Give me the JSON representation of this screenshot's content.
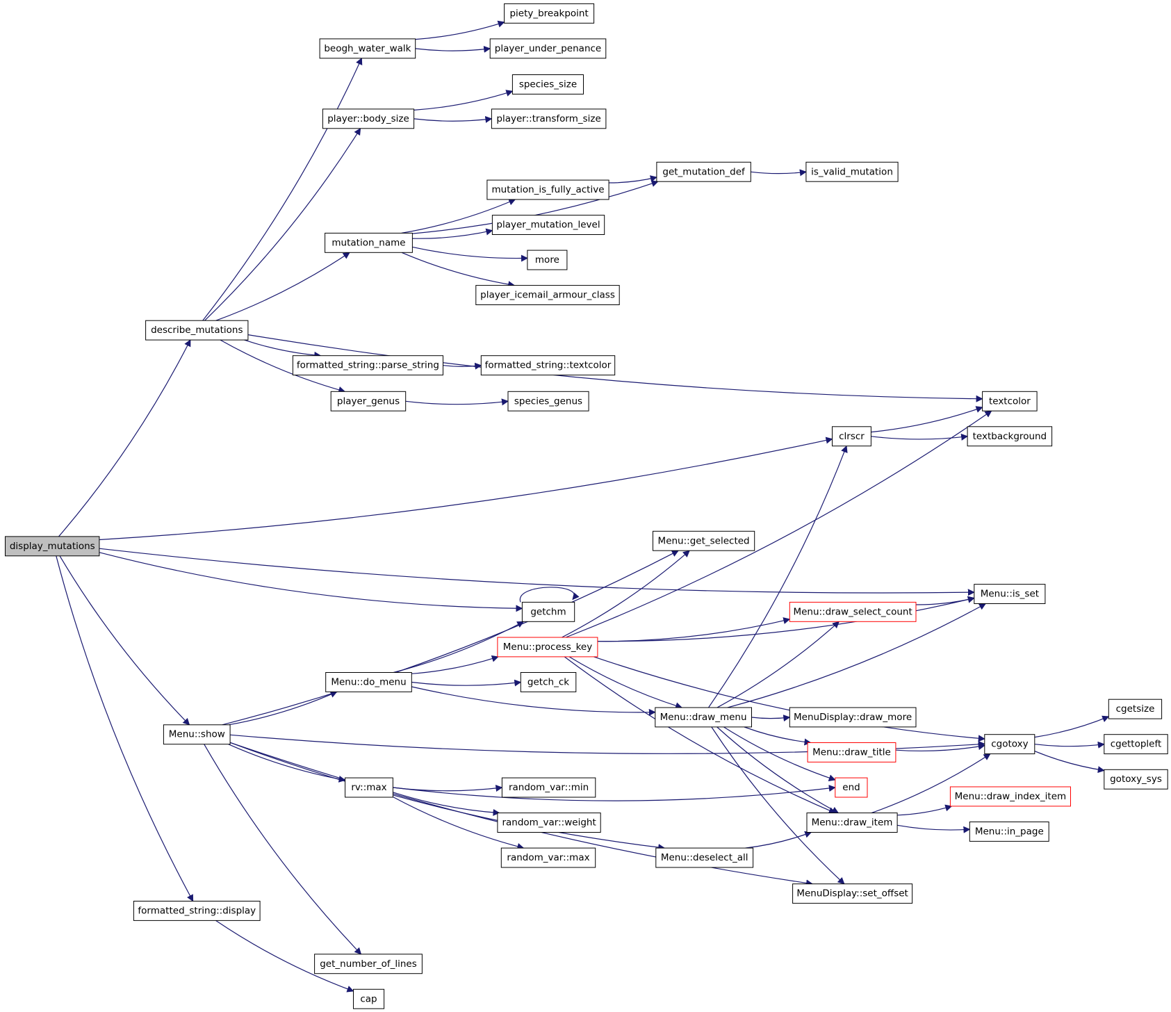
{
  "graph": {
    "colors": {
      "edge": "#191970",
      "node_border": "#000000",
      "highlight_border": "#ff0000",
      "root_fill": "#bfbfbf",
      "background": "#ffffff"
    },
    "nodes": [
      {
        "id": "display_mutations",
        "label": "display_mutations",
        "style": "root"
      },
      {
        "id": "beogh_water_walk",
        "label": "beogh_water_walk"
      },
      {
        "id": "piety_breakpoint",
        "label": "piety_breakpoint"
      },
      {
        "id": "player_under_penance",
        "label": "player_under_penance"
      },
      {
        "id": "player_body_size",
        "label": "player::body_size"
      },
      {
        "id": "species_size",
        "label": "species_size"
      },
      {
        "id": "player_transform_size",
        "label": "player::transform_size"
      },
      {
        "id": "get_mutation_def",
        "label": "get_mutation_def"
      },
      {
        "id": "is_valid_mutation",
        "label": "is_valid_mutation"
      },
      {
        "id": "mutation_is_fully_active",
        "label": "mutation_is_fully_active"
      },
      {
        "id": "mutation_name",
        "label": "mutation_name"
      },
      {
        "id": "player_mutation_level",
        "label": "player_mutation_level"
      },
      {
        "id": "more",
        "label": "more"
      },
      {
        "id": "player_icemail_armour_class",
        "label": "player_icemail_armour_class"
      },
      {
        "id": "describe_mutations",
        "label": "describe_mutations"
      },
      {
        "id": "fs_parse_string",
        "label": "formatted_string::parse_string"
      },
      {
        "id": "fs_textcolor",
        "label": "formatted_string::textcolor"
      },
      {
        "id": "player_genus",
        "label": "player_genus"
      },
      {
        "id": "species_genus",
        "label": "species_genus"
      },
      {
        "id": "textcolor",
        "label": "textcolor"
      },
      {
        "id": "clrscr",
        "label": "clrscr"
      },
      {
        "id": "textbackground",
        "label": "textbackground"
      },
      {
        "id": "menu_get_selected",
        "label": "Menu::get_selected"
      },
      {
        "id": "menu_is_set",
        "label": "Menu::is_set"
      },
      {
        "id": "getchm",
        "label": "getchm"
      },
      {
        "id": "menu_draw_select_count",
        "label": "Menu::draw_select_count",
        "style": "red"
      },
      {
        "id": "menu_process_key",
        "label": "Menu::process_key",
        "style": "red"
      },
      {
        "id": "menu_do_menu",
        "label": "Menu::do_menu"
      },
      {
        "id": "getch_ck",
        "label": "getch_ck"
      },
      {
        "id": "menu_draw_menu",
        "label": "Menu::draw_menu"
      },
      {
        "id": "menudisplay_draw_more",
        "label": "MenuDisplay::draw_more"
      },
      {
        "id": "cgetsize",
        "label": "cgetsize"
      },
      {
        "id": "menu_show",
        "label": "Menu::show"
      },
      {
        "id": "cgotoxy",
        "label": "cgotoxy"
      },
      {
        "id": "cgettopleft",
        "label": "cgettopleft"
      },
      {
        "id": "menu_draw_title",
        "label": "Menu::draw_title",
        "style": "red"
      },
      {
        "id": "gotoxy_sys",
        "label": "gotoxy_sys"
      },
      {
        "id": "rv_max",
        "label": "rv::max"
      },
      {
        "id": "random_var_min",
        "label": "random_var::min"
      },
      {
        "id": "end",
        "label": "end",
        "style": "red"
      },
      {
        "id": "menu_draw_index_item",
        "label": "Menu::draw_index_item",
        "style": "red"
      },
      {
        "id": "random_var_weight",
        "label": "random_var::weight"
      },
      {
        "id": "menu_draw_item",
        "label": "Menu::draw_item"
      },
      {
        "id": "menu_in_page",
        "label": "Menu::in_page"
      },
      {
        "id": "random_var_max",
        "label": "random_var::max"
      },
      {
        "id": "menu_deselect_all",
        "label": "Menu::deselect_all"
      },
      {
        "id": "menudisplay_set_offset",
        "label": "MenuDisplay::set_offset"
      },
      {
        "id": "fs_display",
        "label": "formatted_string::display"
      },
      {
        "id": "get_number_of_lines",
        "label": "get_number_of_lines"
      },
      {
        "id": "cap",
        "label": "cap"
      }
    ],
    "edges": [
      [
        "display_mutations",
        "describe_mutations"
      ],
      [
        "display_mutations",
        "clrscr"
      ],
      [
        "display_mutations",
        "menu_is_set"
      ],
      [
        "display_mutations",
        "getchm"
      ],
      [
        "display_mutations",
        "menu_show"
      ],
      [
        "display_mutations",
        "fs_display"
      ],
      [
        "describe_mutations",
        "beogh_water_walk"
      ],
      [
        "describe_mutations",
        "player_body_size"
      ],
      [
        "describe_mutations",
        "mutation_name"
      ],
      [
        "describe_mutations",
        "textcolor"
      ],
      [
        "describe_mutations",
        "fs_parse_string"
      ],
      [
        "describe_mutations",
        "player_genus"
      ],
      [
        "beogh_water_walk",
        "piety_breakpoint"
      ],
      [
        "beogh_water_walk",
        "player_under_penance"
      ],
      [
        "player_body_size",
        "species_size"
      ],
      [
        "player_body_size",
        "player_transform_size"
      ],
      [
        "mutation_name",
        "get_mutation_def"
      ],
      [
        "mutation_name",
        "mutation_is_fully_active"
      ],
      [
        "mutation_name",
        "player_mutation_level"
      ],
      [
        "mutation_name",
        "more"
      ],
      [
        "mutation_name",
        "player_icemail_armour_class"
      ],
      [
        "mutation_is_fully_active",
        "get_mutation_def"
      ],
      [
        "get_mutation_def",
        "is_valid_mutation"
      ],
      [
        "fs_parse_string",
        "fs_textcolor"
      ],
      [
        "player_genus",
        "species_genus"
      ],
      [
        "clrscr",
        "textcolor"
      ],
      [
        "clrscr",
        "textbackground"
      ],
      [
        "menu_show",
        "menu_get_selected"
      ],
      [
        "menu_show",
        "cgotoxy"
      ],
      [
        "menu_show",
        "menu_do_menu"
      ],
      [
        "menu_show",
        "rv_max"
      ],
      [
        "menu_show",
        "menu_deselect_all"
      ],
      [
        "menu_show",
        "menudisplay_set_offset"
      ],
      [
        "menu_show",
        "get_number_of_lines"
      ],
      [
        "menu_do_menu",
        "getchm"
      ],
      [
        "menu_do_menu",
        "menu_process_key"
      ],
      [
        "menu_do_menu",
        "getch_ck"
      ],
      [
        "menu_do_menu",
        "menu_draw_menu"
      ],
      [
        "getchm",
        "getchm"
      ],
      [
        "menu_process_key",
        "menu_get_selected"
      ],
      [
        "menu_process_key",
        "textcolor"
      ],
      [
        "menu_process_key",
        "menu_is_set"
      ],
      [
        "menu_process_key",
        "menu_draw_select_count"
      ],
      [
        "menu_process_key",
        "cgotoxy"
      ],
      [
        "menu_process_key",
        "menu_draw_menu"
      ],
      [
        "menu_process_key",
        "menu_draw_item"
      ],
      [
        "menu_draw_select_count",
        "menu_is_set"
      ],
      [
        "menu_draw_menu",
        "clrscr"
      ],
      [
        "menu_draw_menu",
        "menu_draw_select_count"
      ],
      [
        "menu_draw_menu",
        "menu_is_set"
      ],
      [
        "menu_draw_menu",
        "menudisplay_draw_more"
      ],
      [
        "menu_draw_menu",
        "menu_draw_title"
      ],
      [
        "menu_draw_menu",
        "end"
      ],
      [
        "menu_draw_menu",
        "menu_draw_item"
      ],
      [
        "menu_draw_menu",
        "menudisplay_set_offset"
      ],
      [
        "menu_draw_title",
        "cgotoxy"
      ],
      [
        "cgotoxy",
        "cgetsize"
      ],
      [
        "cgotoxy",
        "cgettopleft"
      ],
      [
        "cgotoxy",
        "gotoxy_sys"
      ],
      [
        "rv_max",
        "random_var_min"
      ],
      [
        "rv_max",
        "random_var_weight"
      ],
      [
        "rv_max",
        "random_var_max"
      ],
      [
        "rv_max",
        "end"
      ],
      [
        "menu_draw_item",
        "cgotoxy"
      ],
      [
        "menu_draw_item",
        "menu_draw_index_item"
      ],
      [
        "menu_draw_item",
        "menu_in_page"
      ],
      [
        "menu_deselect_all",
        "menu_draw_item"
      ],
      [
        "fs_display",
        "cap"
      ]
    ]
  }
}
